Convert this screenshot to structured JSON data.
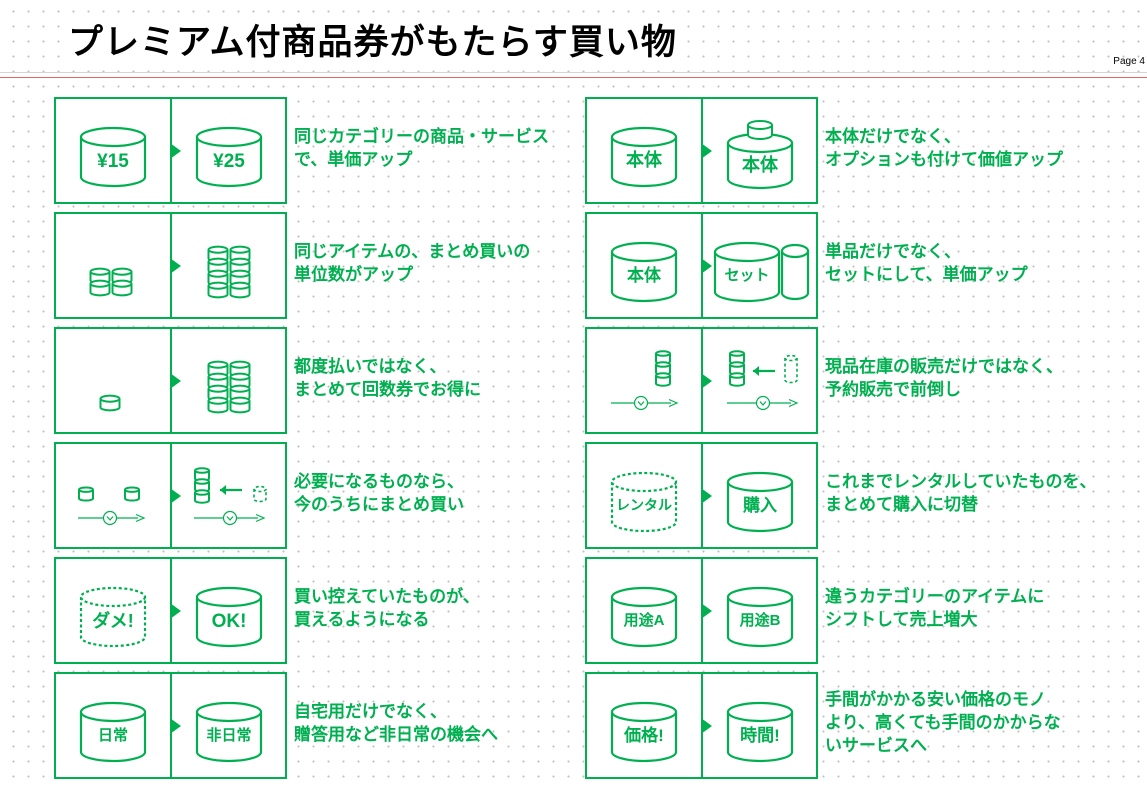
{
  "title": "プレミアム付商品券がもたらす買い物",
  "page": "Page 4",
  "rows": [
    {
      "left": "¥15",
      "right": "¥25",
      "lines": [
        "同じカテゴリーの商品・サービス",
        "で、単価アップ"
      ]
    },
    {
      "left": "",
      "right": "",
      "lines": [
        "同じアイテムの、まとめ買いの",
        "単位数がアップ"
      ]
    },
    {
      "left": "",
      "right": "",
      "lines": [
        "都度払いではなく、",
        "まとめて回数券でお得に"
      ]
    },
    {
      "left": "",
      "right": "",
      "lines": [
        "必要になるものなら、",
        "今のうちにまとめ買い"
      ]
    },
    {
      "left": "ダメ!",
      "right": "OK!",
      "lines": [
        "買い控えていたものが、",
        "買えるようになる"
      ]
    },
    {
      "left": "日常",
      "right": "非日常",
      "lines": [
        "自宅用だけでなく、",
        "贈答用など非日常の機会へ"
      ]
    },
    {
      "left": "本体",
      "right": "本体",
      "lines": [
        "本体だけでなく、",
        "オプションも付けて価値アップ"
      ]
    },
    {
      "left": "本体",
      "right": "セット",
      "lines": [
        "単品だけでなく、",
        "セットにして、単価アップ"
      ]
    },
    {
      "left": "",
      "right": "",
      "lines": [
        "現品在庫の販売だけではなく、",
        "予約販売で前倒し"
      ]
    },
    {
      "left": "レンタル",
      "right": "購入",
      "lines": [
        "これまでレンタルしていたものを、",
        "まとめて購入に切替"
      ]
    },
    {
      "left": "用途A",
      "right": "用途B",
      "lines": [
        "違うカテゴリーのアイテムに",
        "シフトして売上増大"
      ]
    },
    {
      "left": "価格!",
      "right": "時間!",
      "lines": [
        "手間がかかる安い価格のモノ",
        "より、高くても手間のかからな",
        "いサービスへ"
      ]
    }
  ],
  "colors": {
    "accent": "#00b050",
    "rule": "#e06666"
  }
}
